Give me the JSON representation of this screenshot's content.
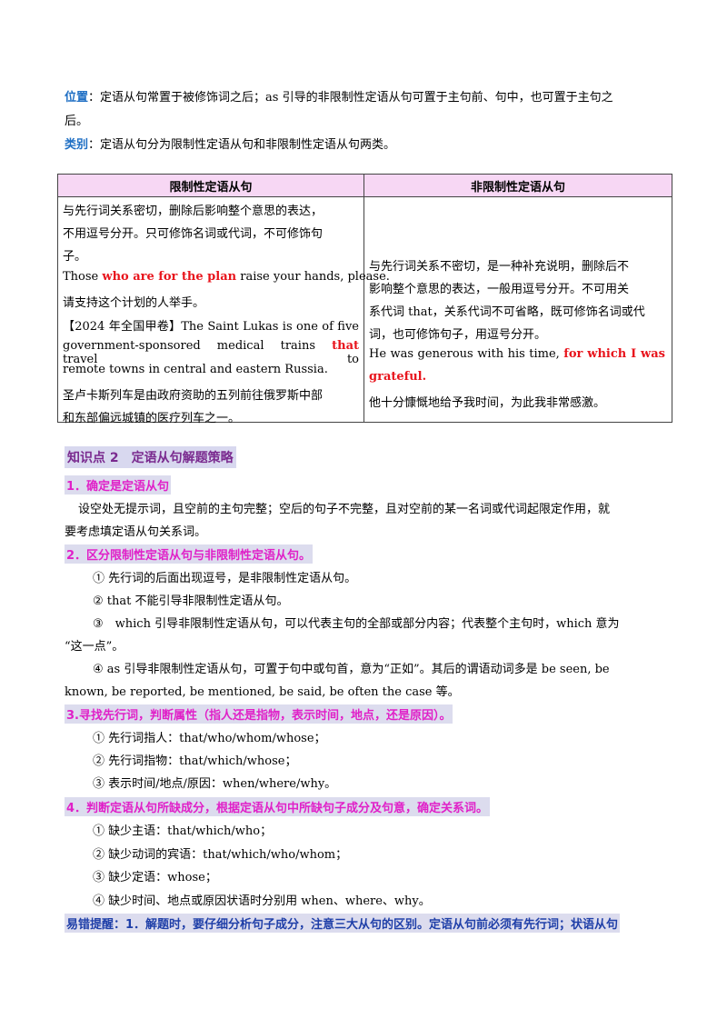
{
  "intro": {
    "position_label": "位置",
    "position_text": "：定语从句常置于被修饰词之后；as 引导的非限制性定语从句可置于主句前、句中，也可置于主句之",
    "position_text_2": "后。",
    "category_label": "类别",
    "category_text": "：定语从句分为限制性定语从句和非限制性定语从句两类。"
  },
  "table": {
    "headers": [
      "限制性定语从句",
      "非限制性定语从句"
    ],
    "left": {
      "line1": "与先行词关系密切，删除后影响整个意思的表达，",
      "line2": "不用逗号分开。只可修饰名词或代词，不可修饰句",
      "line3": "子。",
      "ex1_pre": "Those ",
      "ex1_red": "who are for the plan",
      "ex1_post": " raise your hands, please.",
      "ex1_cn": "请支持这个计划的人举手。",
      "ex2_line1": "【2024 年全国甲卷】The Saint Lukas is one of five",
      "ex2_line2_pre": "government-sponsored medical trains ",
      "ex2_line2_red": "that",
      "ex2_line2_post": " travel to",
      "ex2_line3": "remote towns in central and eastern Russia.",
      "ex2_cn1": " 圣卢卡斯列车是由政府资助的五列前往俄罗斯中部",
      "ex2_cn2": "和东部偏远城镇的医疗列车之一。"
    },
    "right": {
      "line1": "与先行词关系不密切，是一种补充说明，删除后不",
      "line2": "影响整个意思的表达，一般用逗号分开。不可用关",
      "line3": "系代词 that，关系代词不可省略，既可修饰名词或代",
      "line4": "词，也可修饰句子，用逗号分开。",
      "ex_pre": "He was generous with his time, ",
      "ex_red1": "for which I was",
      "ex_red2": "grateful.",
      "ex_cn": "他十分慷慨地给予我时间，为此我非常感激。"
    }
  },
  "kp2": {
    "title": "知识点 2　定语从句解题策略",
    "s1_title": "1．确定是定语从句",
    "s1_line1": "设空处无提示词，且空前的主句完整；空后的句子不完整，且对空前的某一名词或代词起限定作用，就",
    "s1_line2": "要考虑填定语从句关系词。",
    "s2_title": "2．区分限制性定语从句与非限制性定语从句。",
    "s2_items": [
      "① 先行词的后面出现逗号，是非限制性定语从句。",
      "② that 不能引导非限制性定语从句。",
      "③　which 引导非限制性定语从句，可以代表主句的全部或部分内容；代表整个主句时，which 意为",
      "“这一点”。",
      "④ as 引导非限制性定语从句，可置于句中或句首，意为“正如”。其后的谓语动词多是 be seen, be",
      "known, be reported, be mentioned, be said, be often the case 等。"
    ],
    "s3_title": "3.寻找先行词，判断属性（指人还是指物，表示时间，地点，还是原因）。",
    "s3_items": [
      "① 先行词指人：that/who/whom/whose；",
      "② 先行词指物：that/which/whose；",
      "③ 表示时间/地点/原因：when/where/why。"
    ],
    "s4_title": "4．判断定语从句所缺成分，根据定语从句中所缺句子成分及句意，确定关系词。",
    "s4_items": [
      "① 缺少主语：that/which/who；",
      "② 缺少动词的宾语：that/which/who/whom；",
      "③ 缺少定语：whose；",
      "④ 缺少时间、地点或原因状语时分别用 when、where、why。"
    ],
    "tip": "易错提醒：1．解题时，要仔细分析句子成分，注意三大从句的区别。定语从句前必须有先行词；状语从句"
  }
}
